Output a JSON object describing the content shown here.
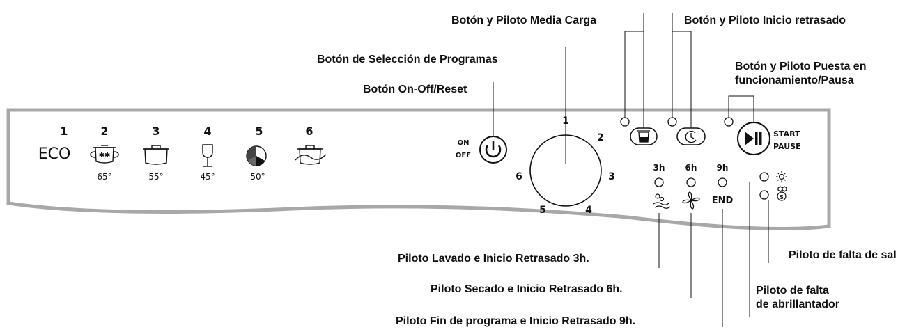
{
  "callouts": {
    "media_carga": "Botón y Piloto Media Carga",
    "inicio_retrasado": "Botón y Piloto Inicio retrasado",
    "seleccion_programas": "Botón de Selección de Programas",
    "puesta_funcionamiento_1": "Botón y Piloto Puesta en",
    "puesta_funcionamiento_2": "funcionamiento/Pausa",
    "on_off_reset": "Botón On-Off/Reset",
    "lavado_3h": "Piloto Lavado e Inicio Retrasado 3h.",
    "falta_sal": "Piloto de falta de sal",
    "secado_6h": "Piloto Secado e Inicio Retrasado 6h.",
    "falta_abrillantador_1": "Piloto de falta",
    "falta_abrillantador_2": "de abrillantador",
    "fin_programa_9h": "Piloto Fin de programa e Inicio Retrasado 9h."
  },
  "programs": [
    {
      "number": "1",
      "label": "ECO",
      "temp": "",
      "icon": "eco-text"
    },
    {
      "number": "2",
      "label": "",
      "temp": "65°",
      "icon": "pot-intensive-icon"
    },
    {
      "number": "3",
      "label": "",
      "temp": "55°",
      "icon": "pot-normal-icon"
    },
    {
      "number": "4",
      "label": "",
      "temp": "45°",
      "icon": "wine-glass-icon"
    },
    {
      "number": "5",
      "label": "",
      "temp": "50°",
      "icon": "half-clock-icon"
    },
    {
      "number": "6",
      "label": "",
      "temp": "",
      "icon": "pot-rinse-icon"
    }
  ],
  "on_off": {
    "on": "ON",
    "off": "OFF"
  },
  "dial_numbers": [
    "1",
    "2",
    "3",
    "4",
    "5",
    "6"
  ],
  "delay_labels": [
    "3h",
    "6h",
    "9h"
  ],
  "end_label": "END",
  "start_pause": {
    "start": "START",
    "pause": "PAUSE"
  },
  "salt_badge": "S"
}
